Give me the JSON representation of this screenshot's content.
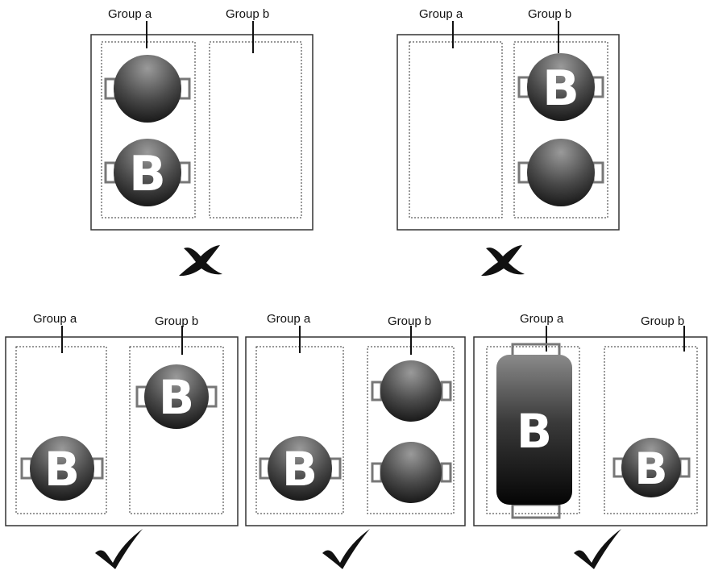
{
  "labels": {
    "group_a": "Group a",
    "group_b": "Group b",
    "container_letter": "B"
  },
  "panels": [
    {
      "id": "panel-1",
      "verdict": "invalid",
      "group_a": [
        "plain",
        "B"
      ],
      "group_b": []
    },
    {
      "id": "panel-2",
      "verdict": "invalid",
      "group_a": [],
      "group_b": [
        "B",
        "plain"
      ]
    },
    {
      "id": "panel-3",
      "verdict": "valid",
      "group_a": [
        "B"
      ],
      "group_b": [
        "B"
      ]
    },
    {
      "id": "panel-4",
      "verdict": "valid",
      "group_a": [
        "B"
      ],
      "group_b": [
        "plain",
        "plain"
      ]
    },
    {
      "id": "panel-5",
      "verdict": "valid",
      "group_a": [
        "tall-B"
      ],
      "group_b": [
        "B"
      ]
    }
  ],
  "colors": {
    "frame": "#333333",
    "pot_light": "#8a8a8a",
    "pot_dark": "#1a1a1a",
    "handle": "#7a7a7a",
    "mark": "#111111"
  }
}
